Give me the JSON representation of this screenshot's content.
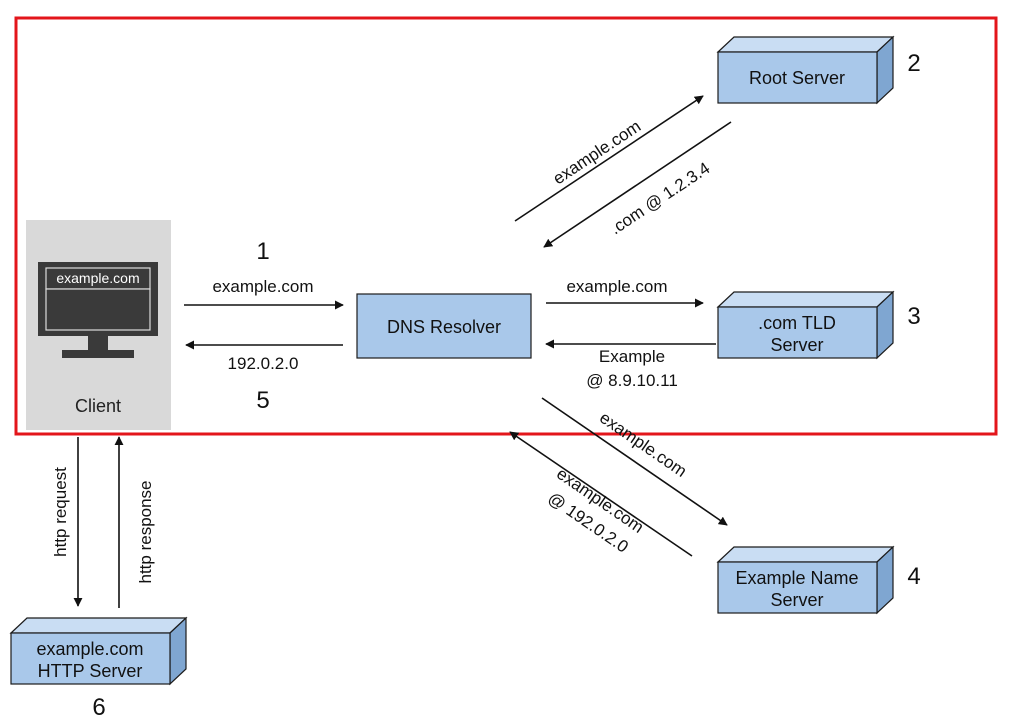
{
  "colors": {
    "highlight_border": "#e3161b",
    "box_front": "#a9c8ea",
    "box_top": "#c9ddf3",
    "box_side": "#7fa6d1",
    "box_stroke": "#1c1c1c",
    "client_panel": "#d9d9d9",
    "monitor": "#3a3a3a",
    "arrow": "#111111"
  },
  "client": {
    "label": "Client",
    "screen_text": "example.com",
    "icon": "monitor-icon"
  },
  "nodes": {
    "dns_resolver": {
      "label": "DNS Resolver"
    },
    "root_server": {
      "label": "Root Server",
      "step": "2"
    },
    "tld_server": {
      "line1": ".com TLD",
      "line2": "Server",
      "step": "3"
    },
    "name_server": {
      "line1": "Example Name",
      "line2": "Server",
      "step": "4"
    },
    "http_server": {
      "line1": "example.com",
      "line2": "HTTP Server",
      "step": "6"
    }
  },
  "arrows": {
    "client_to_resolver": {
      "label": "example.com",
      "step": "1"
    },
    "resolver_to_client": {
      "label": "192.0.2.0",
      "step": "5"
    },
    "resolver_to_root": {
      "label": "example.com"
    },
    "root_to_resolver": {
      "label": ".com @ 1.2.3.4"
    },
    "resolver_to_tld": {
      "label": "example.com"
    },
    "tld_to_resolver": {
      "line1": "Example",
      "line2": "@ 8.9.10.11"
    },
    "resolver_to_ns": {
      "label": "example.com"
    },
    "ns_to_resolver": {
      "line1": "example.com",
      "line2": "@ 192.0.2.0"
    },
    "http_request": {
      "label": "http request"
    },
    "http_response": {
      "label": "http response"
    }
  }
}
